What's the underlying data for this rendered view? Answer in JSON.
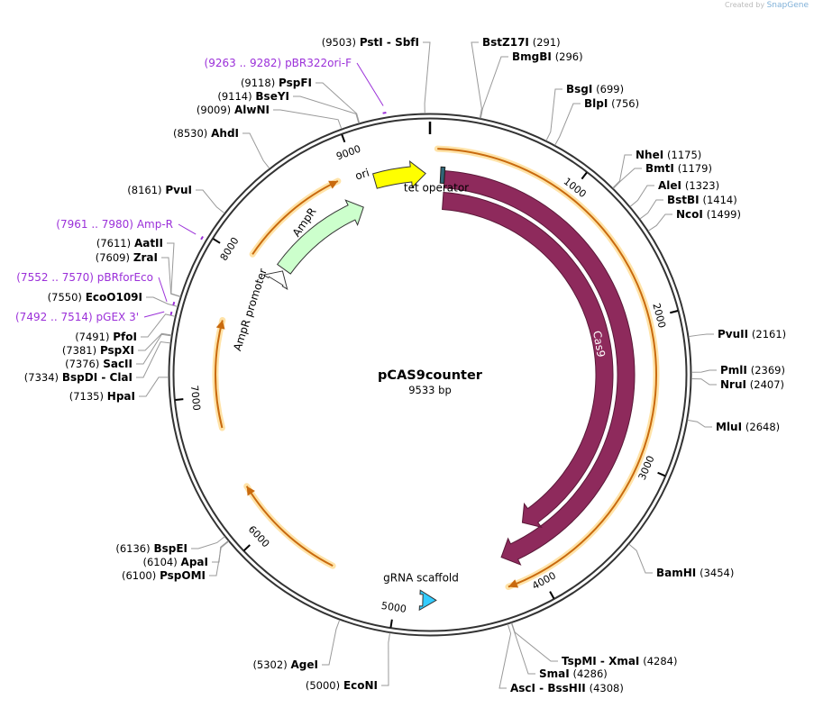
{
  "credit": {
    "created_by": "Created by",
    "brand": "SnapGene"
  },
  "plasmid": {
    "name": "pCAS9counter",
    "size_label": "9533 bp",
    "length": 9533
  },
  "colors": {
    "backbone": "#333333",
    "cas9": "#8e2a5c",
    "ori": "#ffff00",
    "ampr": "#ccffcc",
    "ampr_promoter": "#ffffff",
    "grna_scaffold": "#33ccff",
    "tet_operator": "#2f6677",
    "orf_arc": "#c96a0e",
    "orf_glow": "#ffe3a8",
    "primer": "#9b30d9"
  },
  "ticks": [
    "1000",
    "2000",
    "3000",
    "4000",
    "5000",
    "6000",
    "7000",
    "8000",
    "9000"
  ],
  "features": [
    {
      "id": "cas9-outer",
      "label": "Cas9",
      "start": 112,
      "end": 4202,
      "strand": 1,
      "ring": "outer",
      "type": "arrow"
    },
    {
      "id": "cas9-inner",
      "label": "Cas9",
      "start": 112,
      "end": 3920,
      "strand": 1,
      "ring": "inner",
      "type": "arrow"
    },
    {
      "id": "ori",
      "label": "ori",
      "start": 9113,
      "end": 9500,
      "strand": 1,
      "ring": "outer",
      "type": "arrow"
    },
    {
      "id": "ampr",
      "label": "AmpR",
      "start": 8100,
      "end": 8960,
      "strand": 1,
      "ring": "inner",
      "type": "arrow"
    },
    {
      "id": "ampr-promoter",
      "label": "AmpR promoter",
      "start": 7980,
      "end": 8080,
      "strand": 1,
      "ring": "inner",
      "type": "arrow"
    },
    {
      "id": "grna-scaffold",
      "label": "gRNA scaffold",
      "start": 4725,
      "end": 4815,
      "strand": -1,
      "ring": "inner",
      "type": "arrow"
    },
    {
      "id": "tet-operator",
      "label": "tet operator",
      "start": 80,
      "end": 110,
      "strand": 0,
      "ring": "outer",
      "type": "box"
    }
  ],
  "orfs": [
    {
      "start": 50,
      "end": 4230
    },
    {
      "start": 8055,
      "end": 8860
    },
    {
      "start": 5480,
      "end": 6320
    },
    {
      "start": 6770,
      "end": 7540
    }
  ],
  "enzymes_right": [
    {
      "name": "BstZ17I",
      "pos": "(291)",
      "bp": 291
    },
    {
      "name": "BmgBI",
      "pos": "(296)",
      "bp": 296
    },
    {
      "name": "BsgI",
      "pos": "(699)",
      "bp": 699
    },
    {
      "name": "BlpI",
      "pos": "(756)",
      "bp": 756
    },
    {
      "name": "NheI",
      "pos": "(1175)",
      "bp": 1175
    },
    {
      "name": "BmtI",
      "pos": "(1179)",
      "bp": 1179
    },
    {
      "name": "AleI",
      "pos": "(1323)",
      "bp": 1323
    },
    {
      "name": "BstBI",
      "pos": "(1414)",
      "bp": 1414
    },
    {
      "name": "NcoI",
      "pos": "(1499)",
      "bp": 1499
    },
    {
      "name": "PvuII",
      "pos": "(2161)",
      "bp": 2161
    },
    {
      "name": "PmlI",
      "pos": "(2369)",
      "bp": 2369
    },
    {
      "name": "NruI",
      "pos": "(2407)",
      "bp": 2407
    },
    {
      "name": "MluI",
      "pos": "(2648)",
      "bp": 2648
    },
    {
      "name": "BamHI",
      "pos": "(3454)",
      "bp": 3454
    },
    {
      "name": "TspMI - XmaI",
      "pos": "(4284)",
      "bp": 4284
    },
    {
      "name": "SmaI",
      "pos": "(4286)",
      "bp": 4286
    },
    {
      "name": "AscI - BssHII",
      "pos": "(4308)",
      "bp": 4308
    }
  ],
  "enzymes_left": [
    {
      "name": "PstI - SbfI",
      "pos": "(9503)",
      "bp": 9503
    },
    {
      "name": "PspFI",
      "pos": "(9118)",
      "bp": 9118
    },
    {
      "name": "BseYI",
      "pos": "(9114)",
      "bp": 9114
    },
    {
      "name": "AlwNI",
      "pos": "(9009)",
      "bp": 9009
    },
    {
      "name": "AhdI",
      "pos": "(8530)",
      "bp": 8530
    },
    {
      "name": "PvuI",
      "pos": "(8161)",
      "bp": 8161
    },
    {
      "name": "AatII",
      "pos": "(7611)",
      "bp": 7611
    },
    {
      "name": "ZraI",
      "pos": "(7609)",
      "bp": 7609
    },
    {
      "name": "EcoO109I",
      "pos": "(7550)",
      "bp": 7550
    },
    {
      "name": "PfoI",
      "pos": "(7491)",
      "bp": 7491
    },
    {
      "name": "PspXI",
      "pos": "(7381)",
      "bp": 7381
    },
    {
      "name": "SacII",
      "pos": "(7376)",
      "bp": 7376
    },
    {
      "name": "BspDI - ClaI",
      "pos": "(7334)",
      "bp": 7334
    },
    {
      "name": "HpaI",
      "pos": "(7135)",
      "bp": 7135
    },
    {
      "name": "BspEI",
      "pos": "(6136)",
      "bp": 6136
    },
    {
      "name": "ApaI",
      "pos": "(6104)",
      "bp": 6104
    },
    {
      "name": "PspOMI",
      "pos": "(6100)",
      "bp": 6100
    },
    {
      "name": "AgeI",
      "pos": "(5302)",
      "bp": 5302
    },
    {
      "name": "EcoNI",
      "pos": "(5000)",
      "bp": 5000
    }
  ],
  "primers": [
    {
      "name": "pBR322ori-F",
      "range": "(9263 .. 9282)",
      "bp": 9272
    },
    {
      "name": "Amp-R",
      "range": "(7961 .. 7980)",
      "bp": 7970
    },
    {
      "name": "pBRforEco",
      "range": "(7552 .. 7570)",
      "bp": 7561
    },
    {
      "name": "pGEX 3'",
      "range": "(7492 .. 7514)",
      "bp": 7503
    }
  ]
}
